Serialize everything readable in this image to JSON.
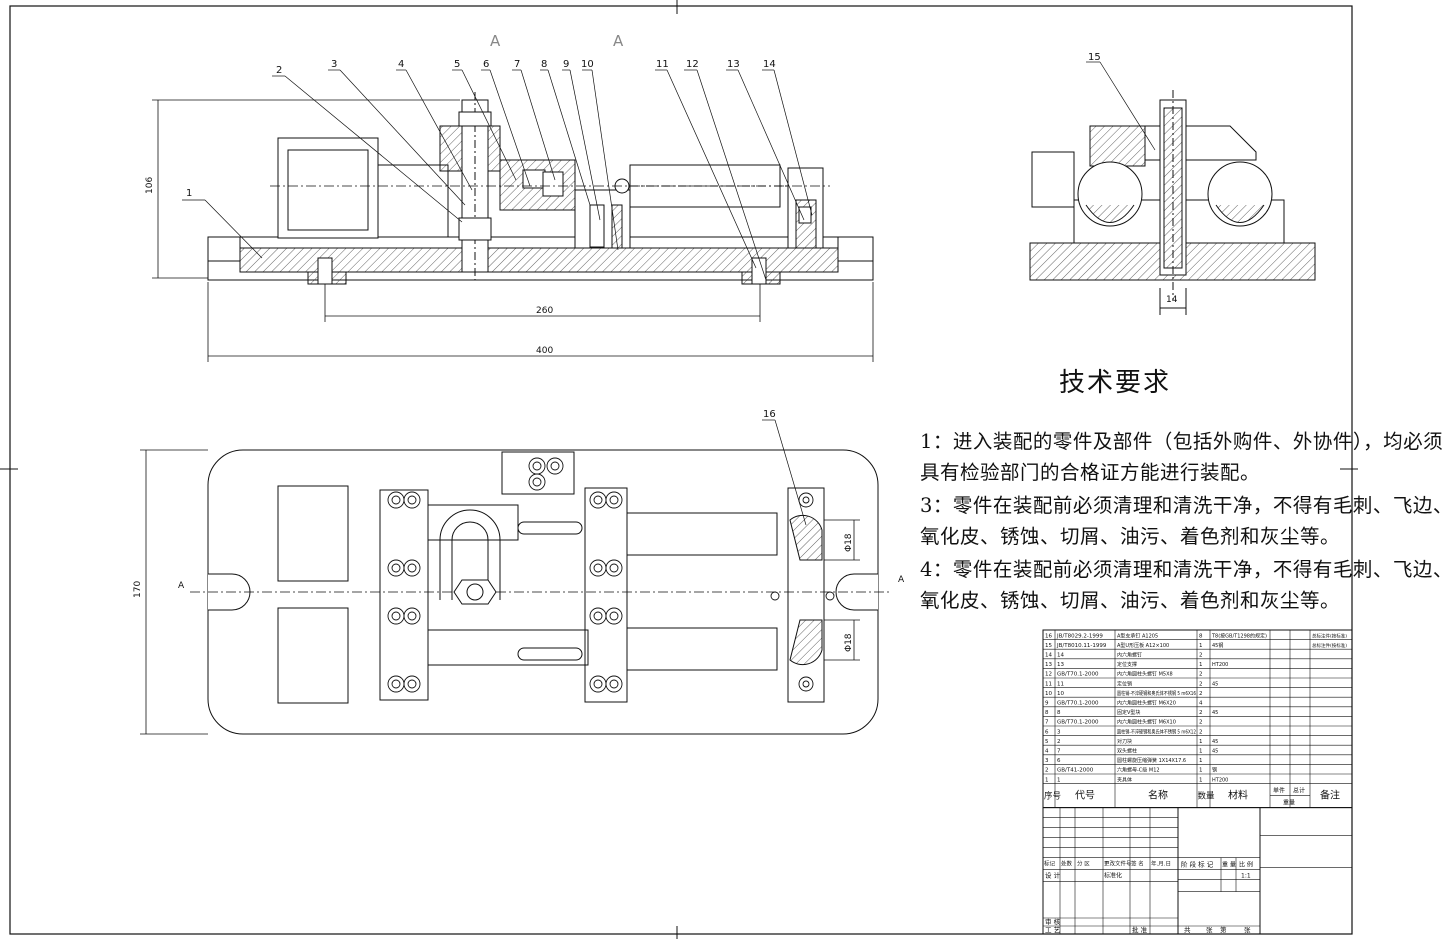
{
  "callouts": [
    "1",
    "2",
    "3",
    "4",
    "5",
    "6",
    "7",
    "8",
    "9",
    "10",
    "11",
    "12",
    "13",
    "14",
    "15",
    "16"
  ],
  "section_marks": {
    "a": "A"
  },
  "dimensions": {
    "height": "106",
    "base_length": "400",
    "bolt_spacing": "260",
    "plan_height": "170",
    "bore_dia_1": "Φ18",
    "bore_dia_2": "Φ18",
    "slot": "14"
  },
  "tech_requirements": {
    "title": "技术要求",
    "lines": [
      "1：进入装配的零件及部件（包括外购件、外协件），均必须",
      "具有检验部门的合格证方能进行装配。",
      "3：零件在装配前必须清理和清洗干净，不得有毛刺、飞边、",
      "氧化皮、锈蚀、切屑、油污、着色剂和灰尘等。",
      "4：零件在装配前必须清理和清洗干净，不得有毛刺、飞边、",
      "氧化皮、锈蚀、切屑、油污、着色剂和灰尘等。"
    ]
  },
  "bom": {
    "rows": [
      [
        "16",
        "JB/T8029.2-1999",
        "A型支承钉 A1205",
        "8",
        "T8(按GB/T1298的规定)",
        "",
        "",
        "总标注件(按标准)"
      ],
      [
        "15",
        "JB/T8010.11-1999",
        "A型U形压板 A12×100",
        "1",
        "45钢",
        "",
        "",
        "总标注件(按标准)"
      ],
      [
        "14",
        "14",
        "内六角螺钉",
        "2",
        "",
        "",
        "",
        ""
      ],
      [
        "13",
        "13",
        "定位支撑",
        "1",
        "HT200",
        "",
        "",
        ""
      ],
      [
        "12",
        "GB/T70.1-2000",
        "内六角圆柱头螺钉 M5X8",
        "2",
        "",
        "",
        "",
        ""
      ],
      [
        "11",
        "11",
        "定位销",
        "2",
        "45",
        "",
        "",
        ""
      ],
      [
        "10",
        "10",
        "圆柱销-不淬硬钢和奥氏体不锈钢 5 m6X16",
        "2",
        "",
        "",
        "",
        ""
      ],
      [
        "9",
        "GB/T70.1-2000",
        "内六角圆柱头螺钉 M6X20",
        "4",
        "",
        "",
        "",
        ""
      ],
      [
        "8",
        "8",
        "固定V型块",
        "2",
        "45",
        "",
        "",
        ""
      ],
      [
        "7",
        "GB/T70.1-2000",
        "内六角圆柱头螺钉 M6X10",
        "2",
        "",
        "",
        "",
        ""
      ],
      [
        "6",
        "3",
        "圆柱销-不淬硬钢和奥氏体不锈钢 5 m6X12",
        "2",
        "",
        "",
        "",
        ""
      ],
      [
        "5",
        "2",
        "对刀块",
        "1",
        "45",
        "",
        "",
        ""
      ],
      [
        "4",
        "7",
        "双头螺柱",
        "1",
        "45",
        "",
        "",
        ""
      ],
      [
        "3",
        "6",
        "圆柱螺旋压缩弹簧 1X14X17.6",
        "1",
        "",
        "",
        "",
        ""
      ],
      [
        "2",
        "GB/T41-2000",
        "六角螺母-C级 M12",
        "1",
        "钢",
        "",
        "",
        ""
      ],
      [
        "1",
        "1",
        "夹具体",
        "1",
        "HT200",
        "",
        "",
        ""
      ]
    ],
    "header": {
      "no": "序号",
      "code": "代号",
      "name": "名称",
      "qty": "数量",
      "material": "材料",
      "unit": "单件",
      "total": "总计",
      "weight": "重量",
      "remark": "备注"
    }
  },
  "title_block": {
    "revision": [
      "标记",
      "处数",
      "分 区",
      "更改文件号",
      "签 名",
      "年.月.日"
    ],
    "design": "设 计",
    "standard": "标准化",
    "stage": "阶 段 标 记",
    "weight": "重 量",
    "scale": "比 例",
    "scale_value": "1:1",
    "review": "审 核",
    "process": "工 艺",
    "approve": "批 准",
    "total": "共",
    "sheet_no": "张",
    "page": "第",
    "page2": "张"
  }
}
